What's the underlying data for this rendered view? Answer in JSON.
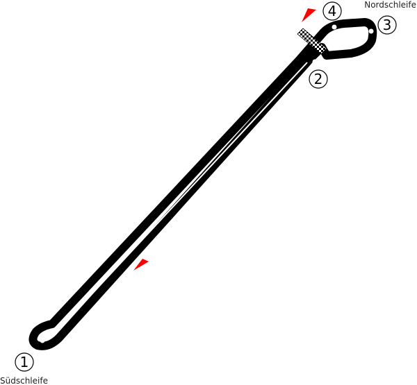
{
  "labels": {
    "north": "Nordschleife",
    "south": "Südschleife"
  },
  "corners": [
    {
      "number": "1"
    },
    {
      "number": "2"
    },
    {
      "number": "3"
    },
    {
      "number": "4"
    }
  ],
  "colors": {
    "track": "#000000",
    "centerline": "#ffffff",
    "direction_arrow": "#ff0000",
    "corner_circle_stroke": "#000000",
    "background": "#ffffff"
  },
  "icons": {
    "start_finish": "checkered-flag-icon",
    "direction": "triangle-arrow-icon",
    "corner_marker": "white-dot-icon"
  }
}
